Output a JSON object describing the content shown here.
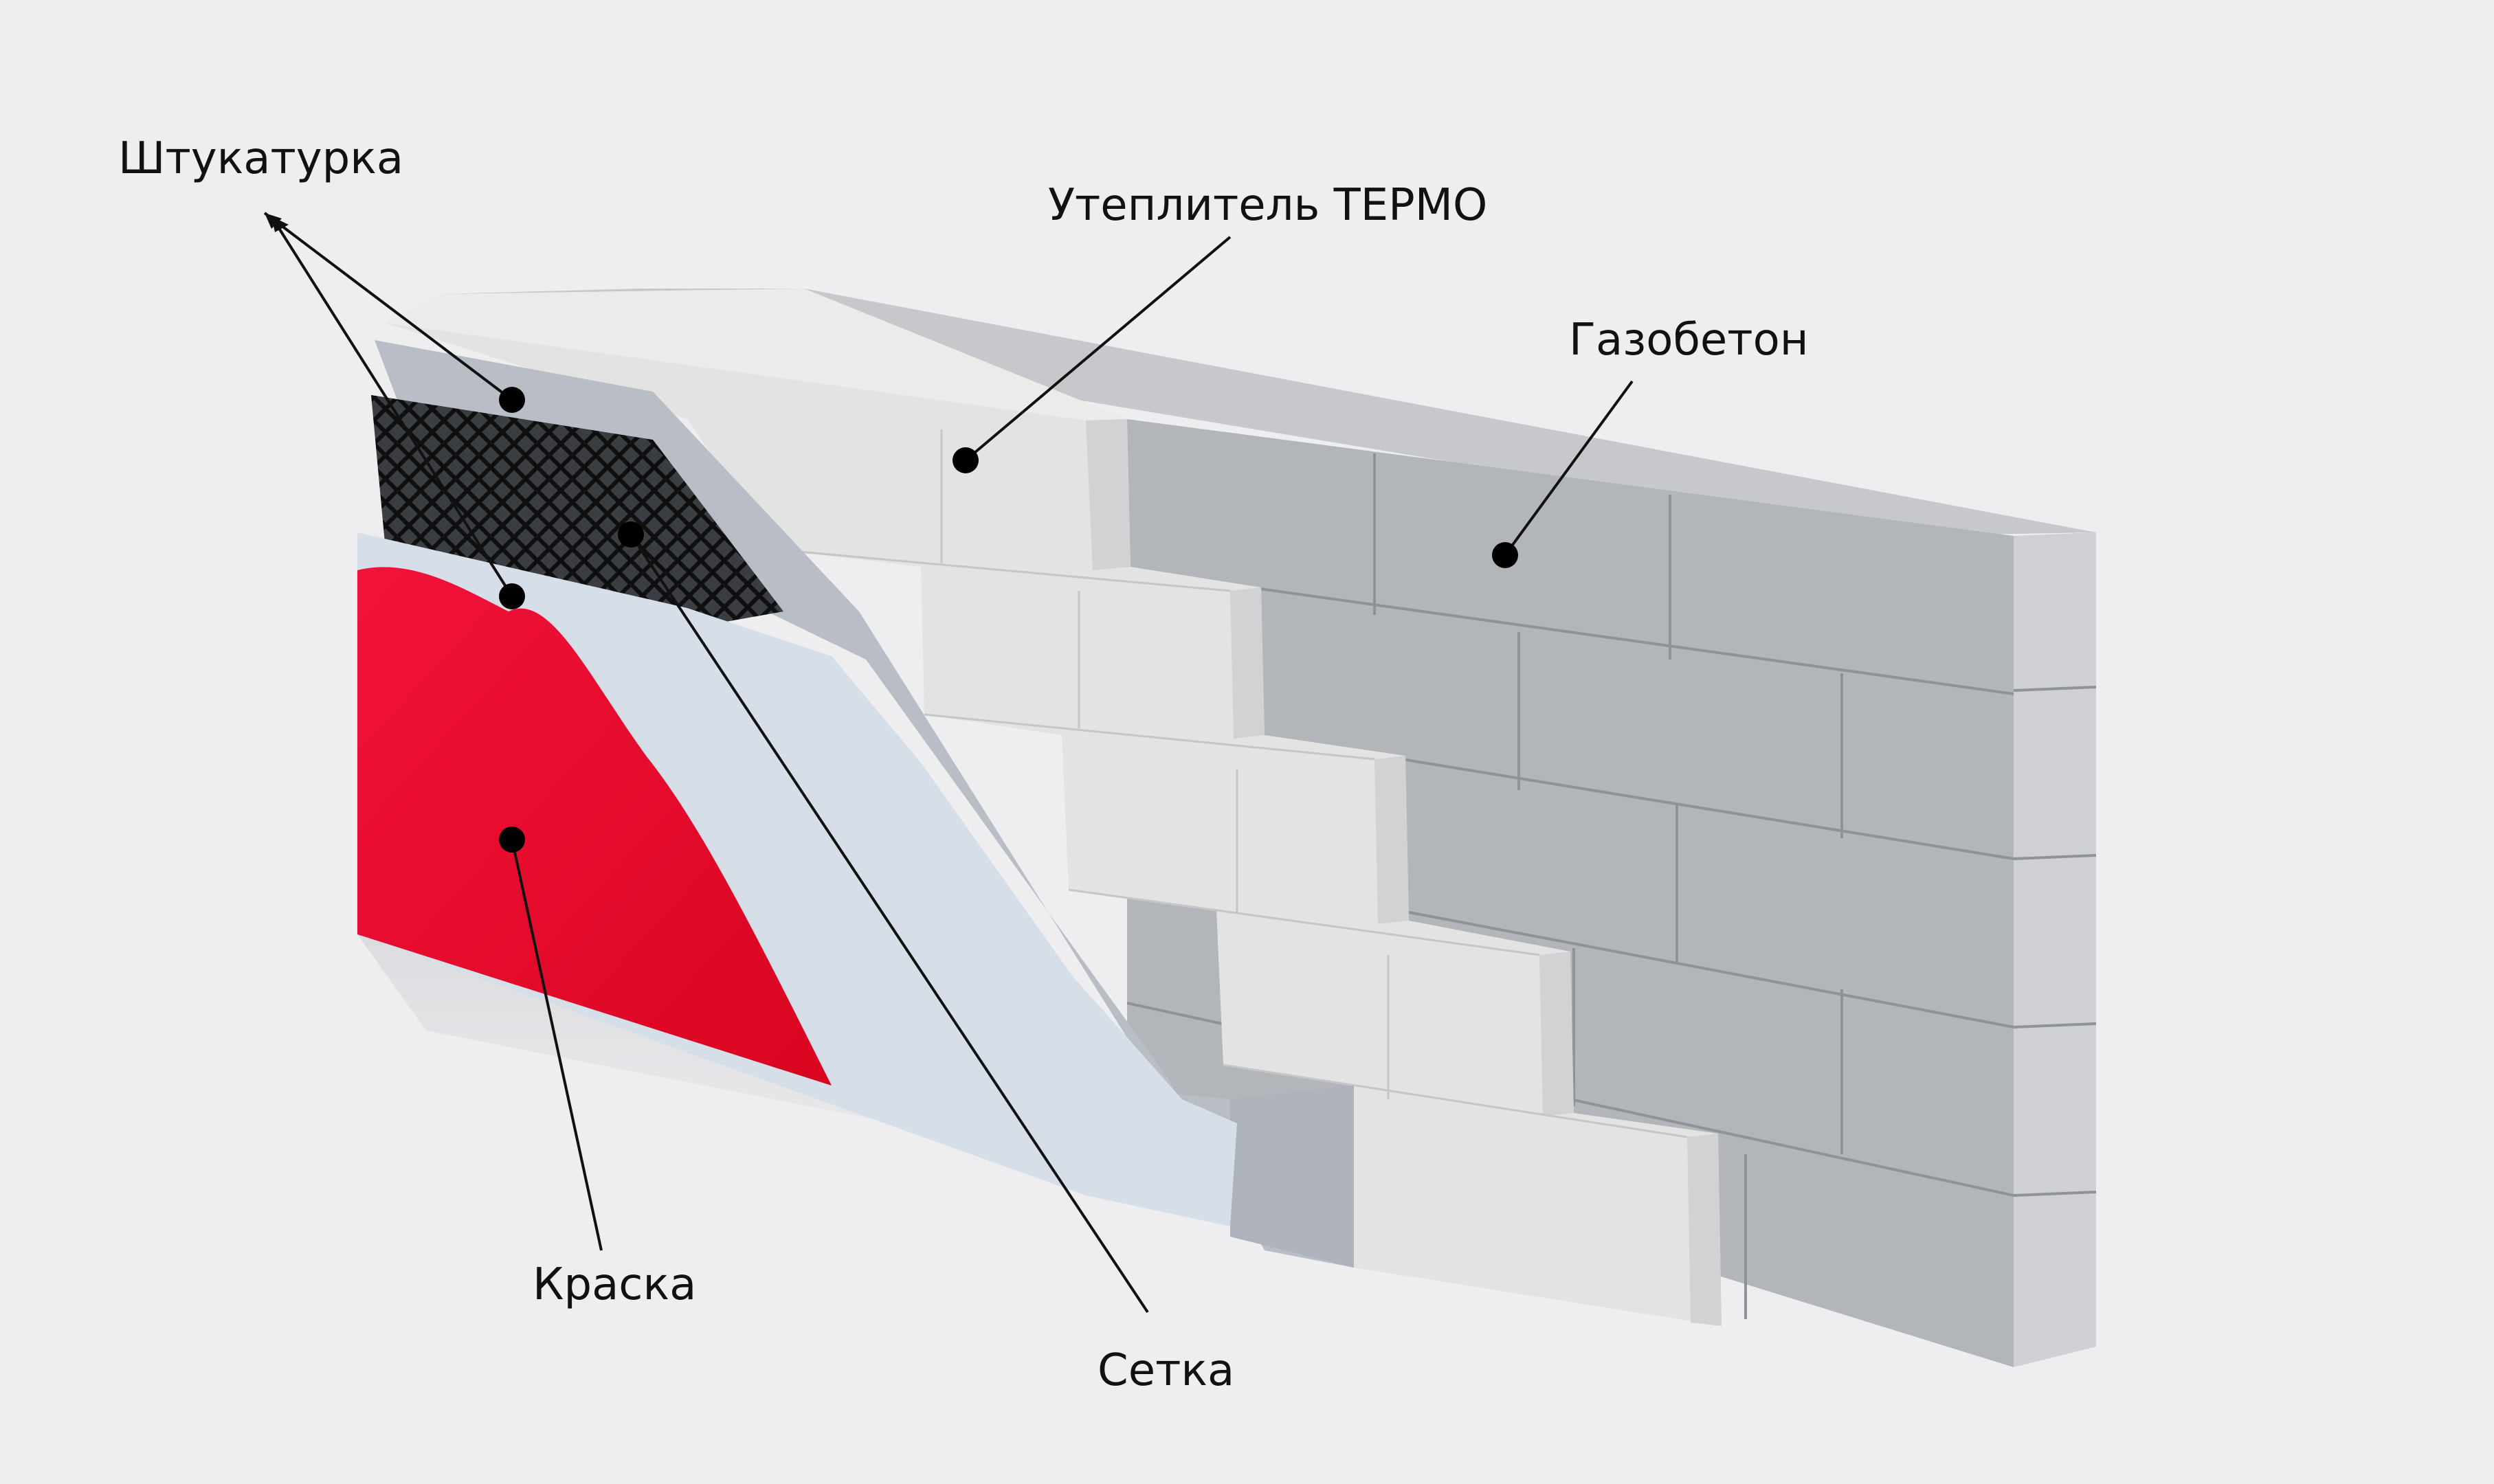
{
  "labels": {
    "plaster": "Штукатурка",
    "insulation": "Утеплитель ТЕРМО",
    "aerated_concrete": "Газобетон",
    "paint": "Краска",
    "mesh": "Сетка"
  },
  "colors": {
    "background": "#eeeef0",
    "paint": "#ea0a2e",
    "plaster_base": "#c9ced6",
    "plaster_finish": "#d9e1ea",
    "mesh": "#1b1b1b",
    "insulation": "#e6e6e6",
    "aerated_concrete": "#b4b7bc",
    "text": "#111111"
  }
}
